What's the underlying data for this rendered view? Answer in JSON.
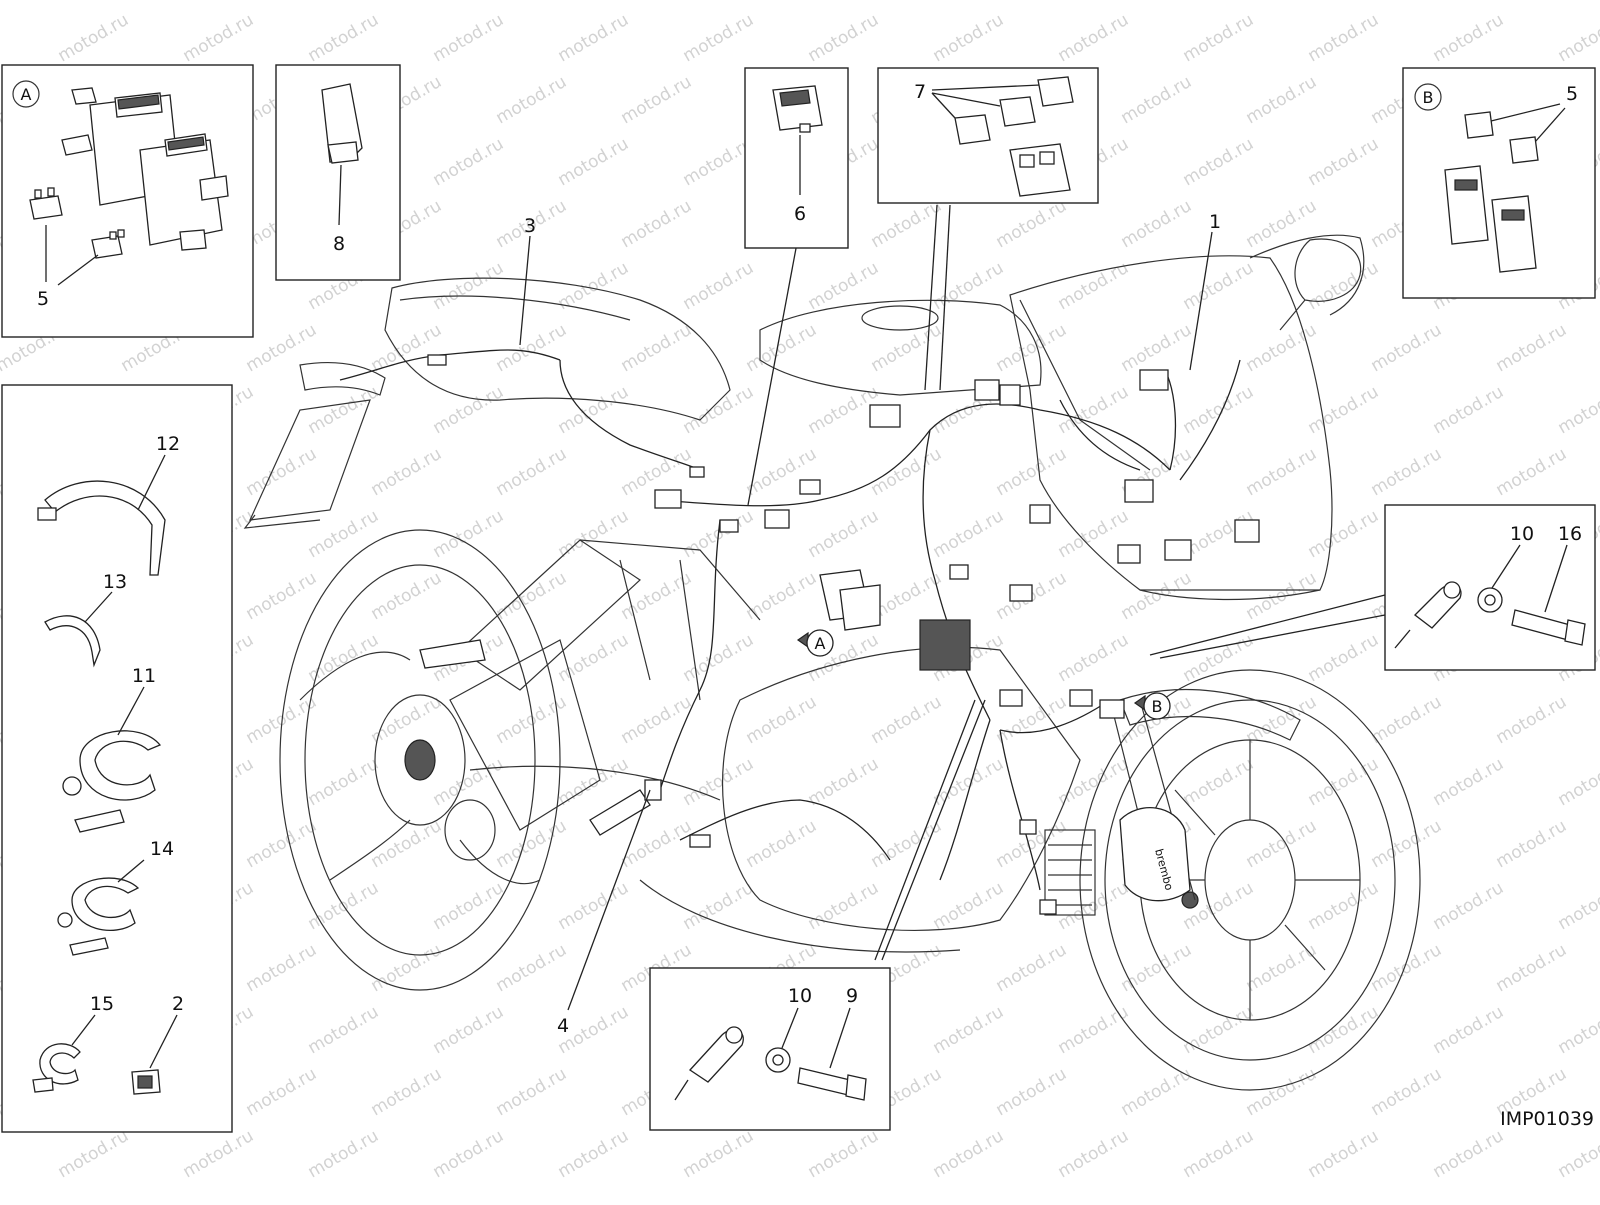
{
  "diagram_code": "IMP01039",
  "watermark": {
    "text": "motod.ru"
  },
  "detail_refs": {
    "a": "A",
    "b": "B"
  },
  "callouts": {
    "n1": "1",
    "n2": "2",
    "n3": "3",
    "n4": "4",
    "n5": "5",
    "n6": "6",
    "n7": "7",
    "n8": "8",
    "n9": "9",
    "n10": "10",
    "n11": "11",
    "n12": "12",
    "n13": "13",
    "n14": "14",
    "n15": "15",
    "n16": "16"
  },
  "caliper_brand": "brembo",
  "colors": {
    "line": "#222222",
    "background": "#ffffff",
    "watermark": "#d2d2d2"
  }
}
